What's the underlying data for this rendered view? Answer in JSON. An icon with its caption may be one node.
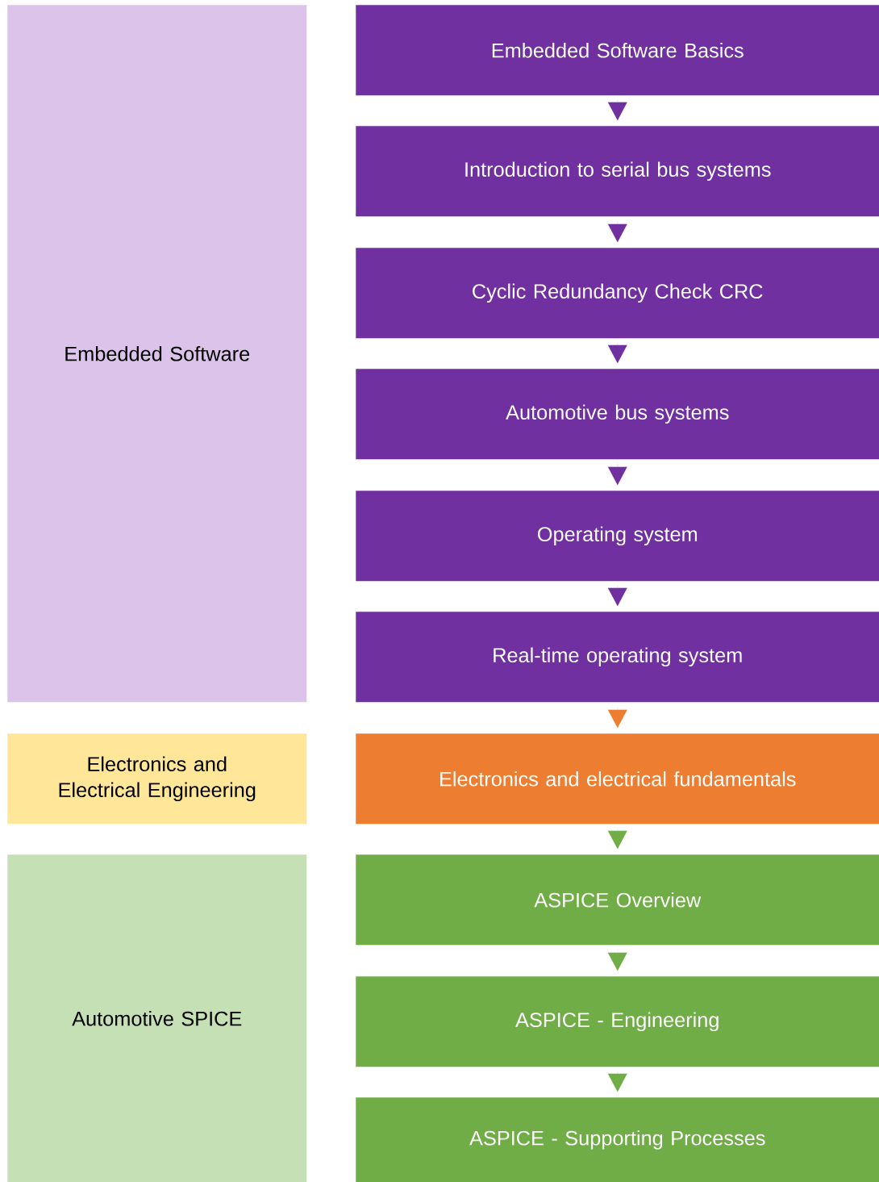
{
  "diagram": {
    "nodes": [
      {
        "text": [
          "Embedded Software"
        ]
      },
      {
        "text": [
          "Electronics and Electrical Engineering"
        ]
      },
      {
        "text": [
          "Automotive SPICE"
        ]
      },
      {
        "text": [
          "Embedded Software Basics"
        ]
      },
      {
        "text": [
          "Introduction to serial bus systems"
        ]
      },
      {
        "text": [
          "Cyclic Redundancy Check CRC"
        ]
      },
      {
        "text": [
          "Automotive bus systems"
        ]
      },
      {
        "text": [
          "Operating system"
        ]
      },
      {
        "text": [
          "Real-time operating system"
        ]
      },
      {
        "text": [
          "Electronics and electrical fundamentals"
        ]
      },
      {
        "text": [
          "ASPICE Overview"
        ]
      },
      {
        "text": [
          "ASPICE - Engineering"
        ]
      },
      {
        "text": [
          "ASPICE - Supporting Processes"
        ]
      }
    ],
    "edges": [
      {
        "from": 3,
        "to": 4,
        "arrow": "to"
      },
      {
        "from": 4,
        "to": 5,
        "arrow": "to"
      },
      {
        "from": 5,
        "to": 6,
        "arrow": "to"
      },
      {
        "from": 6,
        "to": 7,
        "arrow": "to"
      },
      {
        "from": 7,
        "to": 8,
        "arrow": "to"
      },
      {
        "from": 8,
        "to": 9,
        "arrow": "to",
        "color": "#ed7d31"
      },
      {
        "from": 9,
        "to": 10,
        "arrow": "to",
        "color": "#70ad47"
      },
      {
        "from": 10,
        "to": 11,
        "arrow": "to",
        "color": "#70ad47"
      },
      {
        "from": 11,
        "to": 12,
        "arrow": "to",
        "color": "#70ad47"
      }
    ]
  }
}
